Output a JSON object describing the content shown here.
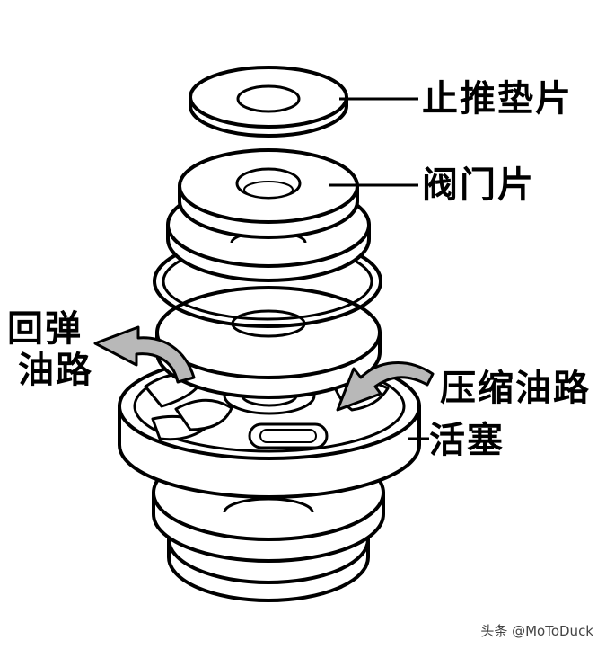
{
  "labels": {
    "thrust_washer": "止推垫片",
    "valve_disc": "阀门片",
    "rebound_line1": "回弹",
    "rebound_line2": "油路",
    "compression_path": "压缩油路",
    "piston": "活塞"
  },
  "watermark": "头条 @MoToDuck",
  "colors": {
    "outline": "#000000",
    "arrow_fill": "#b8b8b8",
    "background": "#ffffff"
  }
}
